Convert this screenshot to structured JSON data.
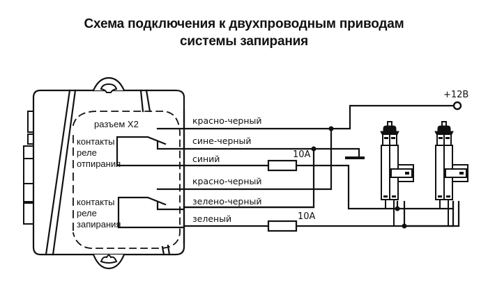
{
  "title": {
    "line1": "Схема подключения к двухпроводным приводам",
    "line2": "системы запирания"
  },
  "control_unit": {
    "connector_label": "разъем X2",
    "relay_unlock": [
      "контакты",
      "реле",
      "отпирания"
    ],
    "relay_lock": [
      "контакты",
      "реле",
      "запирания"
    ]
  },
  "wires": [
    {
      "id": "red-black-1",
      "label": "красно-черный"
    },
    {
      "id": "blue-black",
      "label": "сине-черный"
    },
    {
      "id": "blue",
      "label": "синий"
    },
    {
      "id": "red-black-2",
      "label": "красно-черный"
    },
    {
      "id": "green-black",
      "label": "зелено-черный"
    },
    {
      "id": "green",
      "label": "зеленый"
    }
  ],
  "fuses": [
    {
      "wire": "blue",
      "rating": "10A"
    },
    {
      "wire": "green",
      "rating": "10A"
    }
  ],
  "power": {
    "label": "+12B"
  },
  "actuators": [
    {
      "name": "actuator-1"
    },
    {
      "name": "actuator-2"
    }
  ],
  "ground_symbol": "ground"
}
